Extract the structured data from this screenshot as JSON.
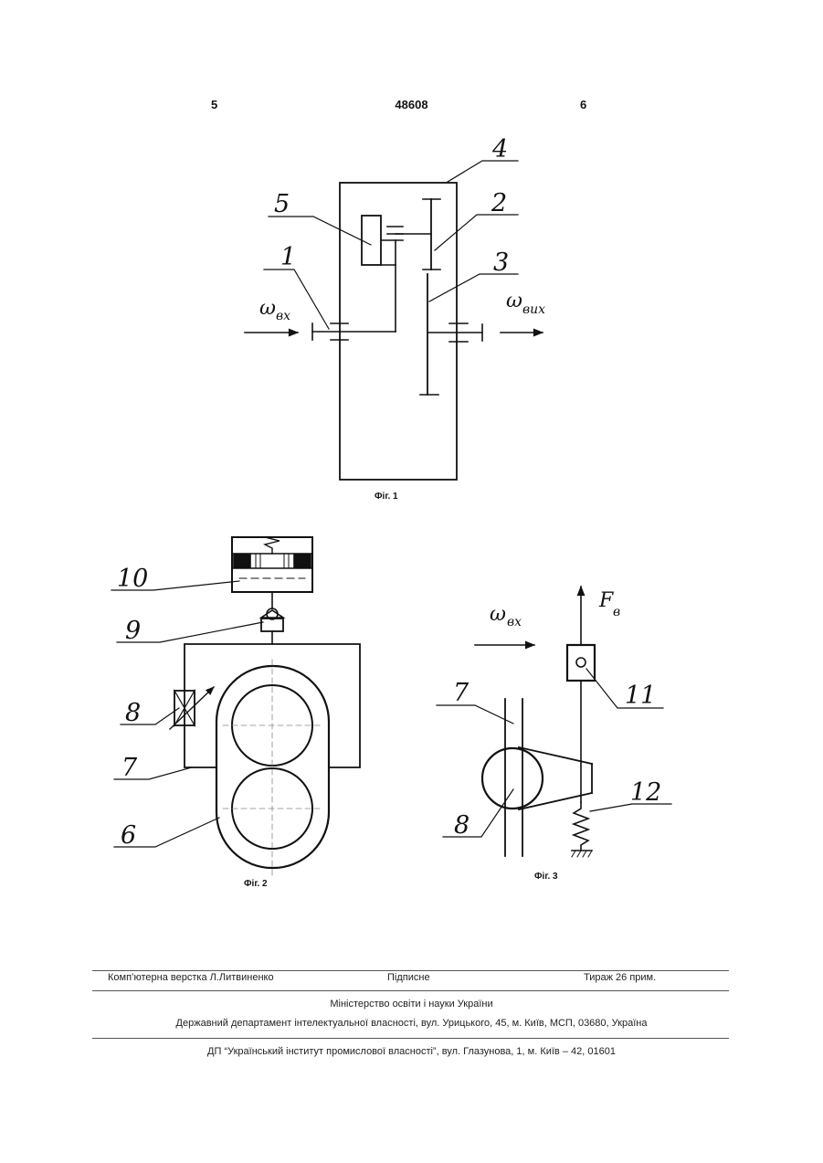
{
  "header": {
    "page_left": "5",
    "patent_number": "48608",
    "page_right": "6"
  },
  "figures": {
    "fig1": {
      "caption": "Фіг. 1",
      "labels": [
        "4",
        "5",
        "2",
        "1",
        "3"
      ],
      "omega_in": {
        "symbol": "ω",
        "sub": "вх"
      },
      "omega_out": {
        "symbol": "ω",
        "sub": "вих"
      }
    },
    "fig2": {
      "caption": "Фіг. 2",
      "labels": [
        "10",
        "9",
        "8",
        "7",
        "6"
      ]
    },
    "fig3": {
      "caption": "Фіг. 3",
      "labels": [
        "7",
        "11",
        "12",
        "8"
      ],
      "omega_in": {
        "symbol": "ω",
        "sub": "вх"
      },
      "force": {
        "symbol": "F",
        "sub": "в"
      }
    }
  },
  "footer": {
    "layout": "Комп’ютерна верстка Л.Литвиненко",
    "signed": "Підписне",
    "circulation": "Тираж 26 прим.",
    "ministry": "Міністерство освіти і науки України",
    "department": "Державний департамент інтелектуальної власності, вул. Урицького, 45, м. Київ, МСП, 03680, Україна",
    "institute": "ДП “Український інститут промислової власності”, вул. Глазунова, 1, м. Київ – 42, 01601"
  }
}
